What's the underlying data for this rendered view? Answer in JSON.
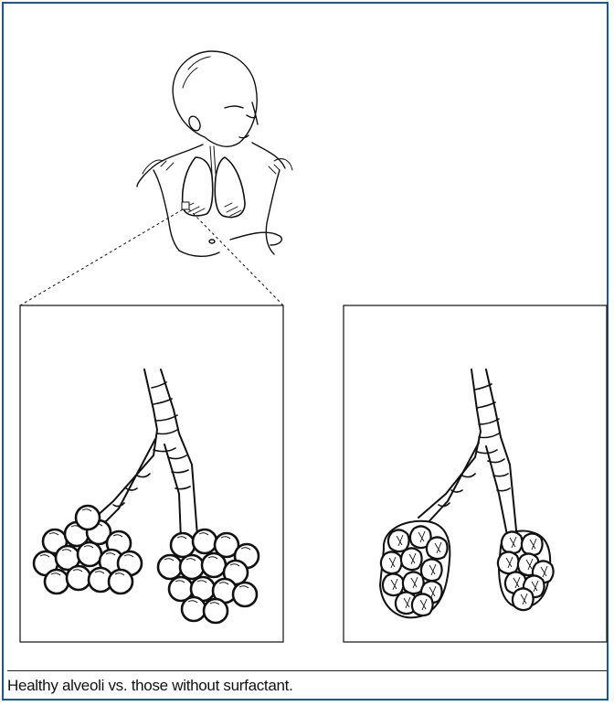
{
  "figure": {
    "caption": "Healthy alveoli vs. those without surfactant.",
    "border_color": "#0f5aa0",
    "ink_color": "#111111",
    "panels": [
      {
        "name": "healthy-alveoli",
        "state": "inflated"
      },
      {
        "name": "collapsed-alveoli",
        "state": "collapsed"
      }
    ]
  }
}
